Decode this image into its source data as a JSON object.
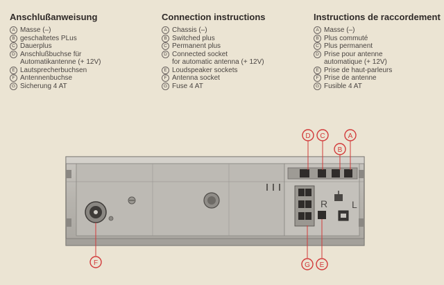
{
  "columns": {
    "de": {
      "title": "Anschlußanweisung",
      "items": [
        {
          "letter": "A",
          "text": "Masse (–)"
        },
        {
          "letter": "B",
          "text": "geschaltetes PLus"
        },
        {
          "letter": "C",
          "text": "Dauerplus"
        },
        {
          "letter": "D",
          "text": "Anschlußbuchse für\nAutomatikantenne (+ 12V)"
        },
        {
          "letter": "E",
          "text": "Lautsprecherbuchsen"
        },
        {
          "letter": "F",
          "text": "Antennenbuchse"
        },
        {
          "letter": "G",
          "text": "Sicherung 4 AT"
        }
      ]
    },
    "en": {
      "title": "Connection instructions",
      "items": [
        {
          "letter": "A",
          "text": "Chassis (–)"
        },
        {
          "letter": "B",
          "text": "Switched plus"
        },
        {
          "letter": "C",
          "text": "Permanent plus"
        },
        {
          "letter": "D",
          "text": "Connected socket\nfor automatic antenna (+ 12V)"
        },
        {
          "letter": "E",
          "text": "Loudspeaker sockets"
        },
        {
          "letter": "F",
          "text": "Antenna socket"
        },
        {
          "letter": "G",
          "text": "Fuse 4 AT"
        }
      ]
    },
    "fr": {
      "title": "Instructions de raccordement",
      "items": [
        {
          "letter": "A",
          "text": "Masse (–)"
        },
        {
          "letter": "B",
          "text": "Plus commuté"
        },
        {
          "letter": "C",
          "text": "Plus permanent"
        },
        {
          "letter": "D",
          "text": "Prise pour antenne\nautomatique (+ 12V)"
        },
        {
          "letter": "E",
          "text": "Prise de haut-parleurs"
        },
        {
          "letter": "F",
          "text": "Prise de antenne"
        },
        {
          "letter": "G",
          "text": "Fusible 4 AT"
        }
      ]
    }
  },
  "diagram": {
    "callouts": [
      "A",
      "B",
      "C",
      "D",
      "E",
      "F",
      "G"
    ],
    "panel_labels": {
      "right": "R",
      "left": "L"
    },
    "colors": {
      "callout": "#d23a3a",
      "chassis": "#b9b6b0",
      "chassis_dark": "#6f6c68"
    }
  }
}
